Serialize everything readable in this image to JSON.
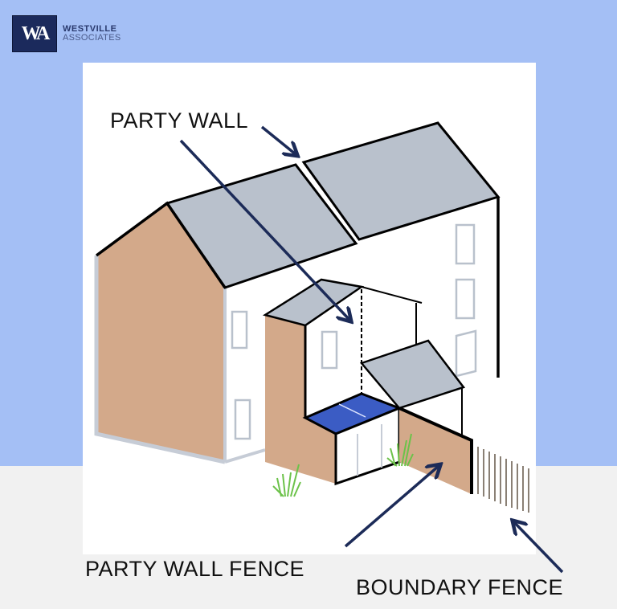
{
  "logo": {
    "monogram": "WA",
    "line1": "WESTVILLE",
    "line2": "ASSOCIATES"
  },
  "labels": {
    "party_wall": "PARTY WALL",
    "party_wall_fence": "PARTY WALL FENCE",
    "boundary_fence": "BOUNDARY FENCE"
  },
  "colors": {
    "background_top": "#a4bff5",
    "background_bottom": "#f1f1f1",
    "wall_tan": "#d3a98a",
    "roof_gray": "#b9c1cc",
    "arrow_navy": "#1c2b58",
    "solar_blue": "#3b5cc4",
    "grass_green": "#6cc24a"
  }
}
